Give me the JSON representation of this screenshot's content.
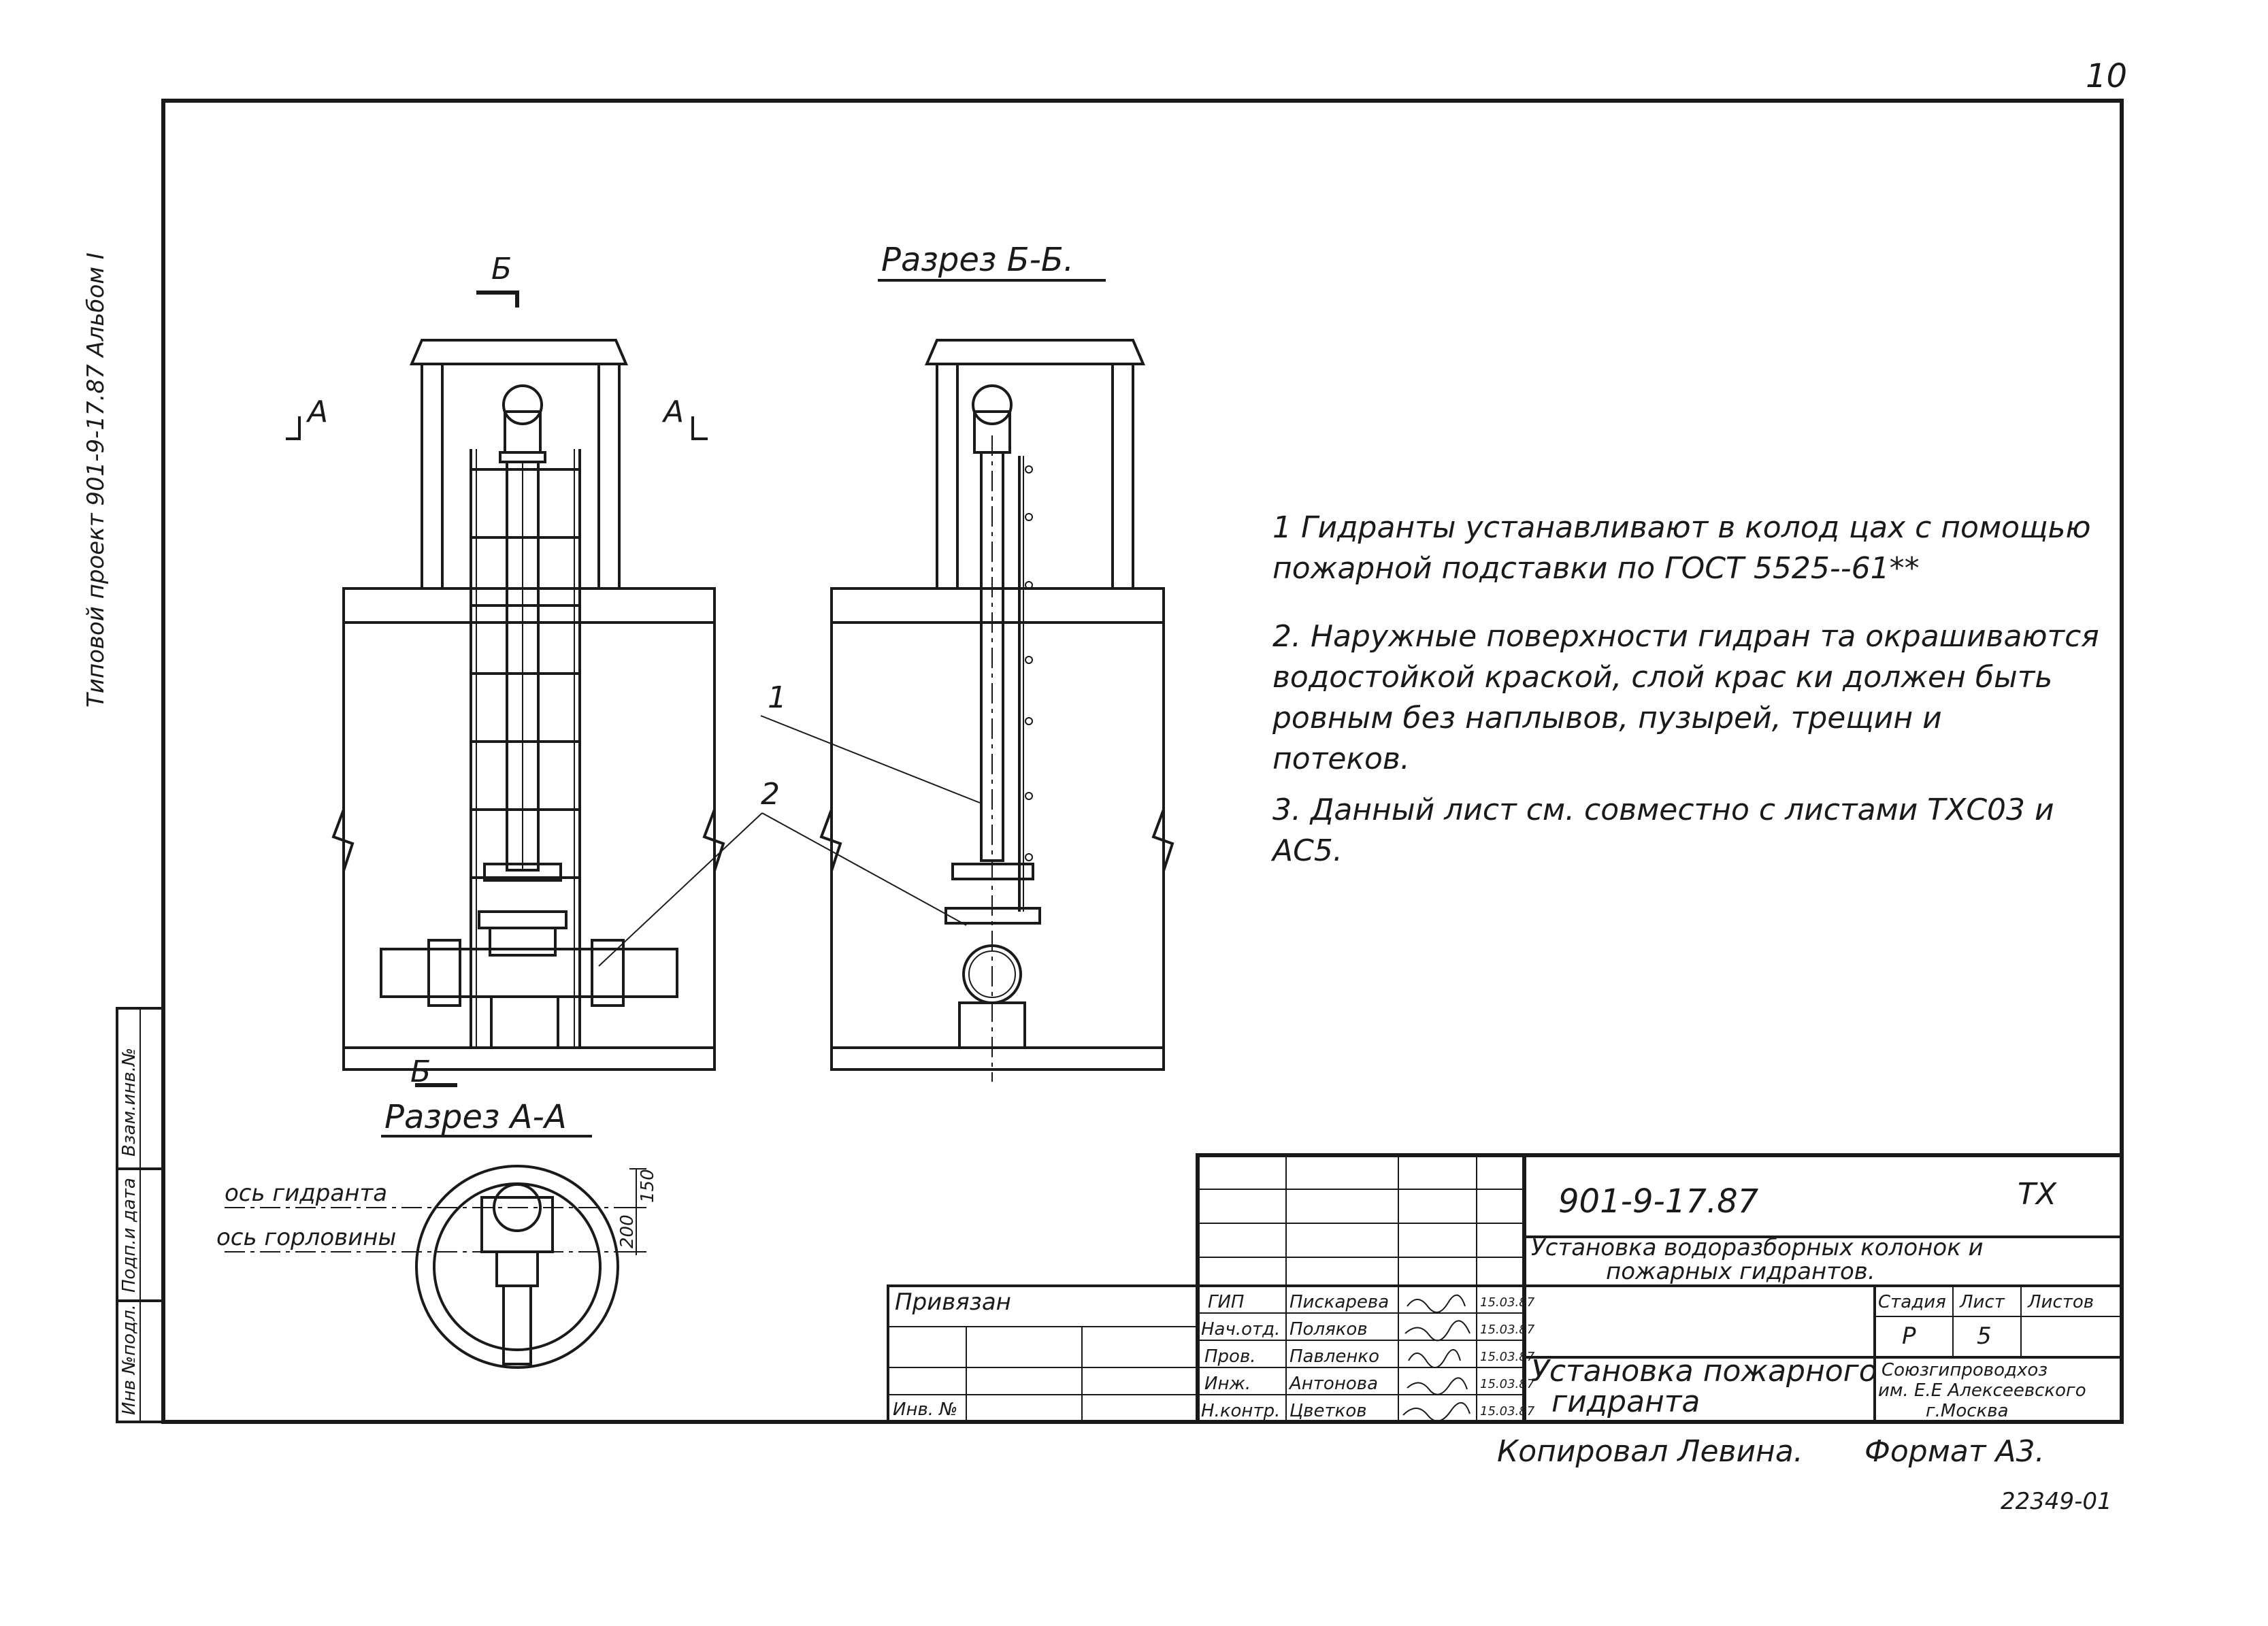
{
  "sheet": {
    "page_number": "10",
    "bottom_ref": "22349-01",
    "copyist": "Копировал Левина.",
    "format": "Формат А3."
  },
  "side": {
    "album_title": "Типовой проект 901-9-17.87 Альбом I",
    "stamp_labels": [
      "Инв №подл.",
      "Подп.и дата",
      "Взам.инв.№"
    ]
  },
  "views": {
    "section_bb_title": "Разрез Б-Б.",
    "section_aa_title": "Разрез А-А",
    "cut_letter_b": "Б",
    "cut_letter_a": "А",
    "callout_1": "1",
    "callout_2": "2",
    "axis_hydrant": "ось гидранта",
    "axis_manhole": "ось горловины",
    "dim_150": "150",
    "dim_200": "200"
  },
  "notes": [
    [
      "1 Гидранты устанавливают в колод цах с помощью",
      "пожарной подставки по ГОСТ 5525--61**"
    ],
    [
      "2. Наружные поверхности гидран та окрашиваются",
      "водостойкой краской, слой крас ки должен быть",
      "ровным без наплывов, пузырей, трещин и",
      "потеков."
    ],
    [
      "3. Данный лист см. совместно с листами ТХС03 и",
      "АС5."
    ]
  ],
  "title_block": {
    "doc_code": "901-9-17.87",
    "mark": "ТХ",
    "project_title_lines": [
      "Установка водоразборных колонок и",
      "пожарных гидрантов."
    ],
    "sheet_title_lines": [
      "Установка пожарного",
      "гидранта"
    ],
    "header_stage": "Стадия",
    "header_sheet": "Лист",
    "header_sheets": "Листов",
    "stage": "Р",
    "sheet_no": "5",
    "org_lines": [
      "Союзгипроводхоз",
      "им. Е.Е Алексеевского",
      "г.Москва"
    ],
    "bound_label": "Привязан",
    "inv_label": "Инв. №",
    "roles": [
      {
        "role": "ГИП",
        "name": "Пискарева",
        "date": "15.03.87"
      },
      {
        "role": "Нач.отд.",
        "name": "Поляков",
        "date": "15.03.87"
      },
      {
        "role": "Пров.",
        "name": "Павленко",
        "date": "15.03.87"
      },
      {
        "role": "Инж.",
        "name": "Антонова",
        "date": "15.03.87"
      },
      {
        "role": "Н.контр.",
        "name": "Цветков",
        "date": "15.03.87"
      }
    ]
  }
}
